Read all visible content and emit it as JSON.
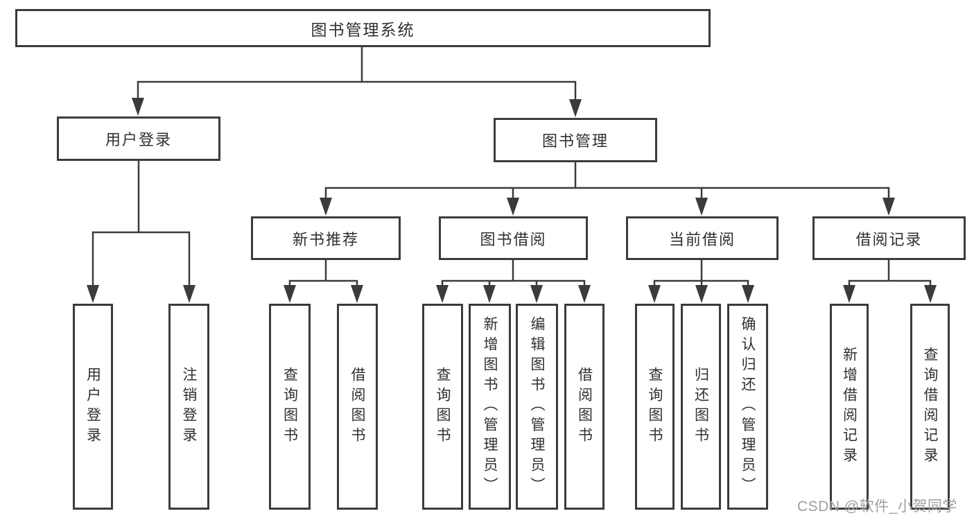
{
  "colors": {
    "line": "#3b3b3b",
    "text": "#303030",
    "watermark_gray": "#9e9e9e",
    "background": "#ffffff"
  },
  "diagram": {
    "root": {
      "label": "图书管理系统"
    },
    "branches": [
      {
        "label": "用户登录",
        "children": [
          {
            "label": "用户登录"
          },
          {
            "label": "注销登录"
          }
        ]
      },
      {
        "label": "图书管理",
        "children": [
          {
            "label": "新书推荐",
            "children": [
              {
                "label": "查询图书"
              },
              {
                "label": "借阅图书"
              }
            ]
          },
          {
            "label": "图书借阅",
            "children": [
              {
                "label": "查询图书"
              },
              {
                "label": "新增图书（管理员）"
              },
              {
                "label": "编辑图书（管理员）"
              },
              {
                "label": "借阅图书"
              }
            ]
          },
          {
            "label": "当前借阅",
            "children": [
              {
                "label": "查询图书"
              },
              {
                "label": "归还图书"
              },
              {
                "label": "确认归还（管理员）"
              }
            ]
          },
          {
            "label": "借阅记录",
            "children": [
              {
                "label": "新增借阅记录"
              },
              {
                "label": "查询借阅记录"
              }
            ]
          }
        ]
      }
    ]
  },
  "watermark": {
    "text": "CSDN @软件_小贺同学"
  }
}
